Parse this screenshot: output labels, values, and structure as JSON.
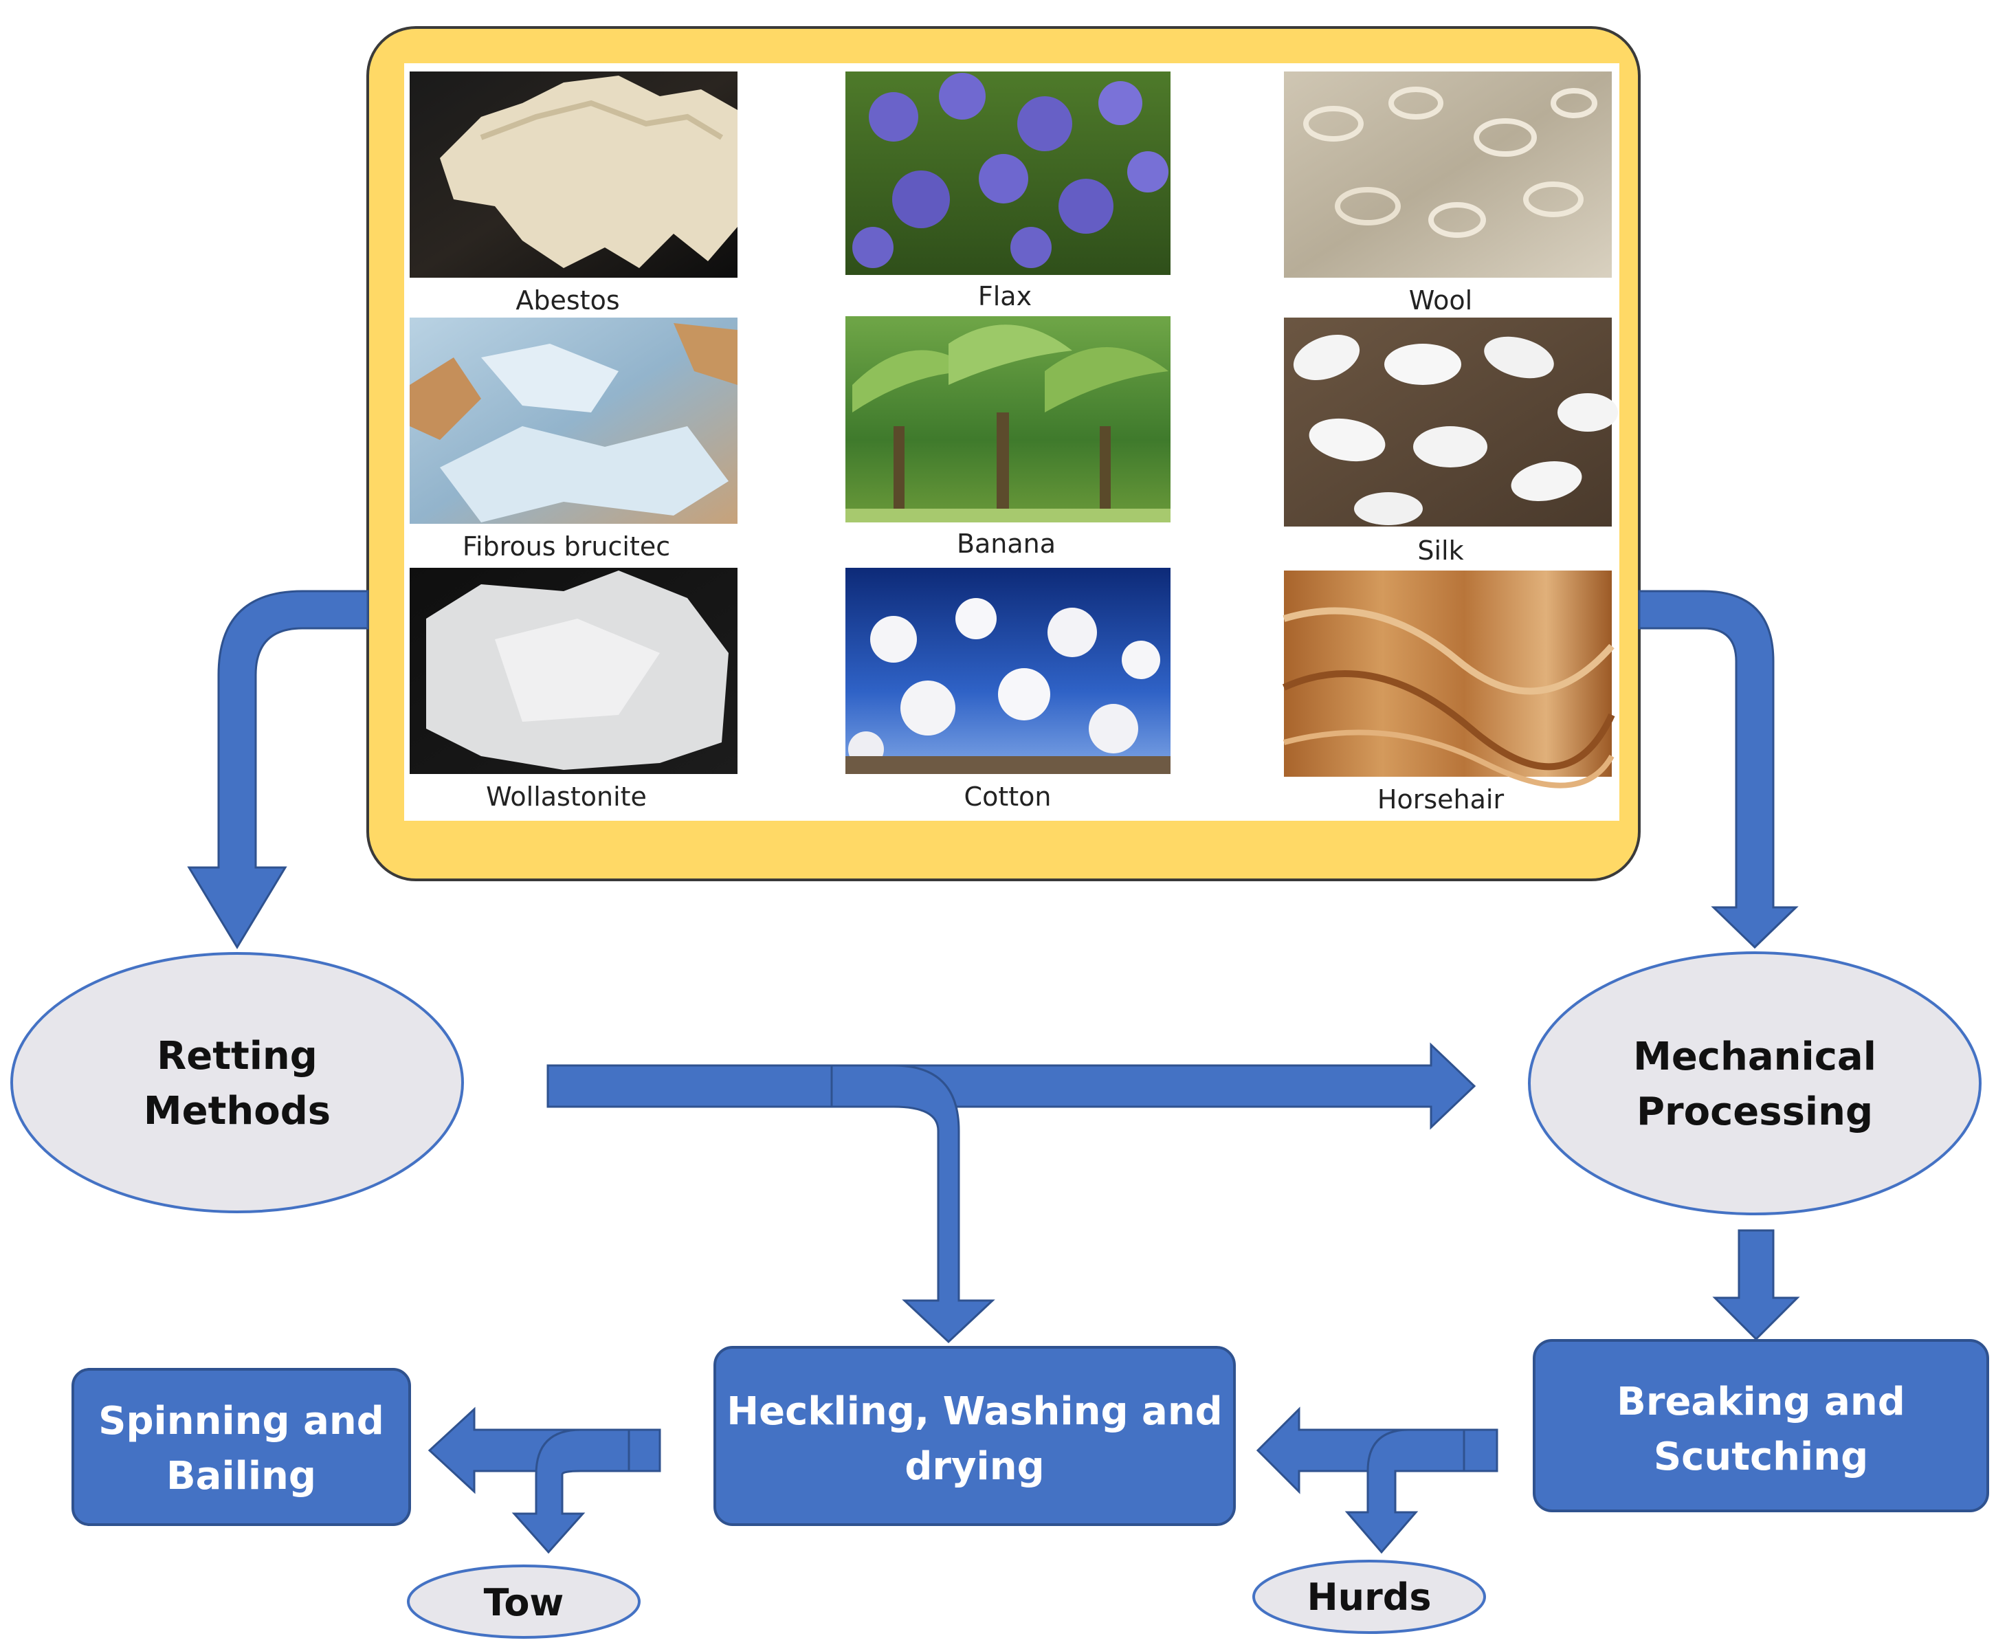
{
  "colors": {
    "arrow": "#4472c4",
    "box_fill": "#4472c4",
    "box_stroke": "#2f528f",
    "ellipse_fill": "#e7e6eb",
    "ellipse_stroke": "#4472c4",
    "frame_fill": "#ffd966",
    "frame_stroke": "#3a3a3a"
  },
  "fibers": [
    {
      "label": "Abestos",
      "icon": "asbestos-photo"
    },
    {
      "label": "Flax",
      "icon": "flax-flowers-photo"
    },
    {
      "label": "Wool",
      "icon": "wool-photo"
    },
    {
      "label": "Fibrous brucitec",
      "icon": "fibrous-brucite-photo"
    },
    {
      "label": "Banana",
      "icon": "banana-plants-photo"
    },
    {
      "label": "Silk",
      "icon": "silk-cocoons-photo"
    },
    {
      "label": "Wollastonite",
      "icon": "wollastonite-photo"
    },
    {
      "label": "Cotton",
      "icon": "cotton-bolls-photo"
    },
    {
      "label": "Horsehair",
      "icon": "horsehair-photo"
    }
  ],
  "nodes": {
    "retting": {
      "line1": "Retting",
      "line2": "Methods"
    },
    "mechanical": {
      "line1": "Mechanical",
      "line2": "Processing"
    },
    "breaking": {
      "line1": "Breaking and",
      "line2": "Scutching"
    },
    "heckling": {
      "line1": "Heckling, Washing and",
      "line2": "drying"
    },
    "spinning": {
      "line1": "Spinning and",
      "line2": "Bailing"
    },
    "hurds": {
      "label": "Hurds"
    },
    "tow": {
      "label": "Tow"
    }
  }
}
